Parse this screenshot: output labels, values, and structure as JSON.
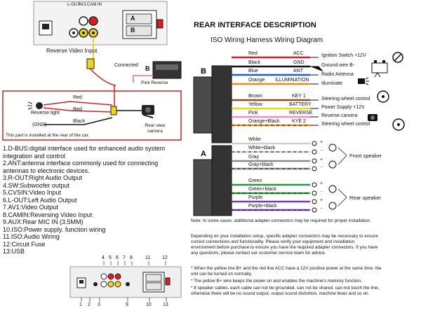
{
  "left_top": {
    "terminal_labels": [
      "L-OUT",
      "AV1",
      "CAM IN"
    ],
    "reverse_video_input": "Reverse Video Input",
    "connected": "Connected",
    "socket_letter": "B",
    "pink_reverse": "Pink Reverse",
    "wire_red_1": "Red",
    "wire_red_2": "Red",
    "wire_black": "Black",
    "reverse_light": "Reverse light",
    "gnd": "(GND)",
    "rear_view_camera": "Rear view camera",
    "note": "This part is installed at the rear of the car.",
    "harness_letters": [
      "A",
      "B"
    ]
  },
  "list_items": [
    "1.D-BUS:digital interface used for enhanced audio system",
    "integration and control",
    "2.ANT:antenna interface commonly used for connecting",
    "antennas to electronic devices.",
    "3.R-OUT:Right Audio Output",
    "4.SW:Subwoofer output",
    "5.CVSIN:Video Input",
    "6.L-OUT:Left Audio Output",
    "7.AV1:Video Output",
    "8.CAMIN:Reversing Video Input",
    "9.AUX:Rear MIC IN (3.5MM)",
    "10.ISO:Power supply. function wiring",
    "11.ISO:Audio Wiring",
    "12:Circuit Fuse",
    "13:USB"
  ],
  "back_panel": {
    "top_numbers": [
      "4",
      "5",
      "6",
      "7",
      "8",
      "11",
      "12"
    ],
    "bottom_numbers": [
      "1",
      "2",
      "3",
      "9",
      "10",
      "13"
    ]
  },
  "right": {
    "title": "REAR INTERFACE DESCRIPTION",
    "subtitle": "ISO Wiring Harness Wiring Diagram",
    "connector_b": "B",
    "connector_a": "A",
    "b_wires": [
      {
        "color_name": "Red",
        "function": "ACC",
        "device": "Ignition Switch +12V",
        "color": "#d42020"
      },
      {
        "color_name": "Black",
        "function": "GND",
        "device": "Ground wire B-",
        "color": "#111111"
      },
      {
        "color_name": "Blue",
        "function": "ANT",
        "device": "Radio Antenna",
        "color": "#1e5bd0"
      },
      {
        "color_name": "Orange",
        "function": "ILLUMINATION",
        "device": "Illuminate",
        "color": "#f08a1c"
      },
      {
        "color_name": "Brown",
        "function": "KEY 1",
        "device": "Steering wheel control",
        "color": "#8a4b1e"
      },
      {
        "color_name": "Yellow",
        "function": "BATTERY",
        "device": "Power Supply +12V",
        "color": "#f2d21a"
      },
      {
        "color_name": "Pink",
        "function": "REVERSE",
        "device": "Reverse camera",
        "color": "#f08fb7"
      },
      {
        "color_name": "Orange+Black",
        "function": "KYE 2",
        "device": "Steering wheel control",
        "color": "#f08a1c"
      }
    ],
    "a_wires": [
      {
        "color_name": "White",
        "color": "#cfcfcf"
      },
      {
        "color_name": "White+black",
        "color": "#cfcfcf"
      },
      {
        "color_name": "Gray",
        "color": "#8a8a8a"
      },
      {
        "color_name": "Gray+black",
        "color": "#8a8a8a"
      },
      {
        "color_name": "Green",
        "color": "#1f9a3c"
      },
      {
        "color_name": "Green+black",
        "color": "#1f9a3c"
      },
      {
        "color_name": "Purple",
        "color": "#7a3aa8"
      },
      {
        "color_name": "Purple+black",
        "color": "#7a3aa8"
      }
    ],
    "front_speaker": "Front speaker",
    "rear_speaker": "Rear speaker",
    "plus": "+",
    "minus": "-",
    "note_cases": "Note: In some cases. additional adapter connectors may be required for proper installation.",
    "paragraph": [
      "Depending on your installation setup, specific adapter connectors may be necessary to ensure",
      "correct connections and functionality. Please verify your equipment and installation",
      "environment before purchase to ensure you have the required adapter connectors. If you have",
      "any questions, please contact our customer service team for advice."
    ],
    "footnotes": [
      "* When the yellow line B+ and the red line ACC have a 12V positive power at the same time. the",
      "   unit can be turned on normally.",
      "* The yellow B+ wire keeps the power on and enables the machine's memory function.",
      "* 8 speaker cables. each cable can not be grounded. can not be shared. can not touch the line,",
      "   otherwise there will be no sound output. output sound distortion. machine fever and so on."
    ]
  }
}
